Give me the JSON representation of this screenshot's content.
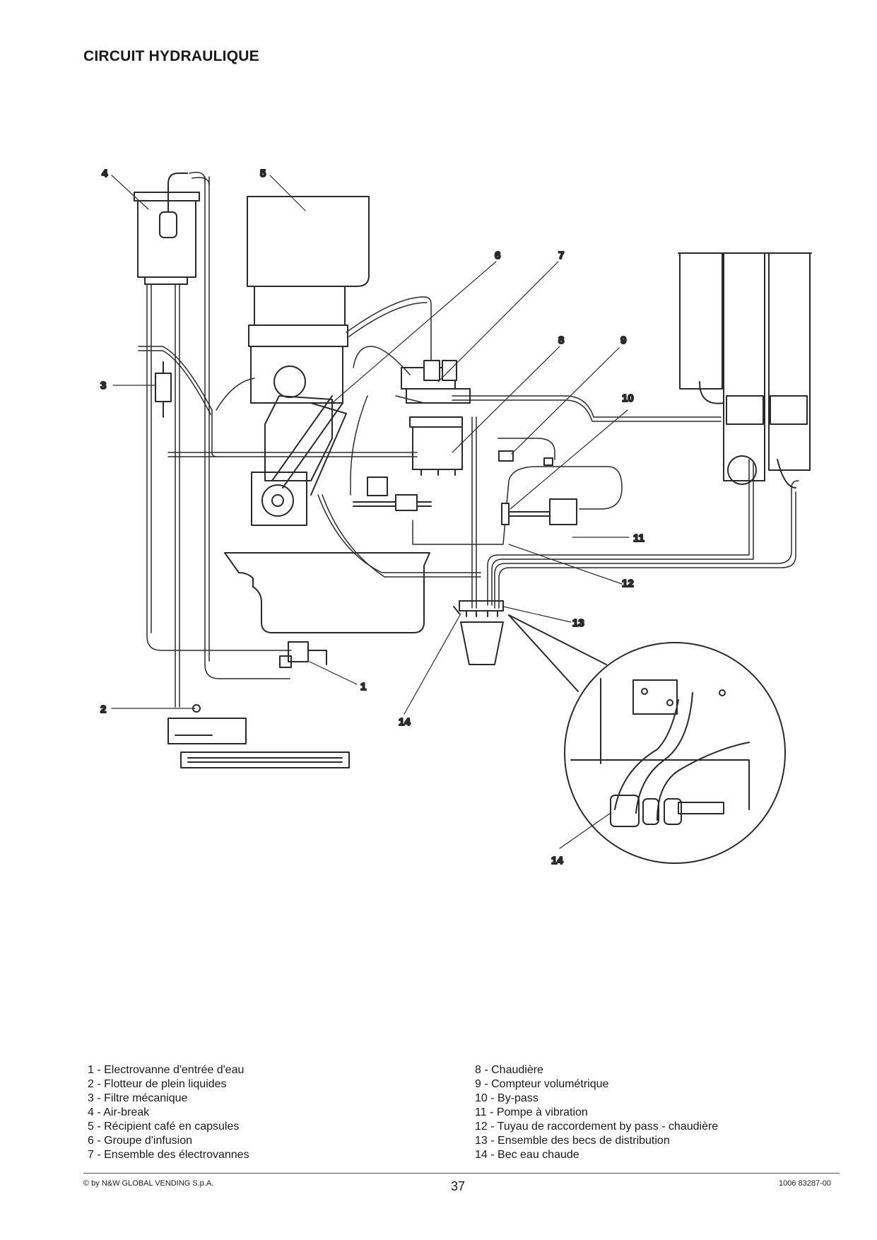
{
  "page_title": "CIRCUIT HYDRAULIQUE",
  "callouts": [
    "1",
    "2",
    "3",
    "4",
    "5",
    "6",
    "7",
    "8",
    "9",
    "10",
    "11",
    "12",
    "13",
    "14",
    "14"
  ],
  "legend_left": [
    "1 - Electrovanne d'entrée d'eau",
    "2 - Flotteur de plein liquides",
    "3 - Filtre mécanique",
    "4 - Air-break",
    "5 - Récipient café en capsules",
    "6 - Groupe d'infusion",
    "7 - Ensemble des électrovannes"
  ],
  "legend_right": [
    "8 - Chaudière",
    "9 - Compteur volumétrique",
    "10 - By-pass",
    "11 - Pompe à vibration",
    "12 - Tuyau de raccordement by pass - chaudière",
    "13 - Ensemble des becs de distribution",
    "14 - Bec eau chaude"
  ],
  "footer": {
    "copyright": "© by N&W GLOBAL VENDING S.p.A.",
    "page_number": "37",
    "doc_code": "1006 83287-00"
  }
}
